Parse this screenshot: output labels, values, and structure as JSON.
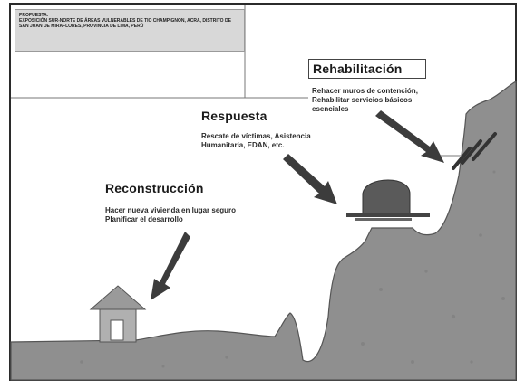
{
  "caption": {
    "label": "PROPUESTA:",
    "text": "EXPOSICIÓN SUR-NORTE DE ÁREAS VULNERABLES DE TIO CHAMPIGNON, ACRA, DISTRITO DE SAN JUAN DE MIRAFLORES, PROVINCIA DE LIMA, PERÚ"
  },
  "stages": {
    "rehabilitacion": {
      "title": "Rehabilitación",
      "line1": "Rehacer muros de contención,",
      "line2": "Rehabilitar servicios básicos",
      "line3": "esenciales"
    },
    "respuesta": {
      "title": "Respuesta",
      "line1": "Rescate de víctimas, Asistencia",
      "line2": "Humanitaria, EDAN, etc."
    },
    "reconstruccion": {
      "title": "Reconstrucción",
      "line1": "Hacer nueva vivienda en lugar seguro",
      "line2": "Planificar el desarrollo"
    }
  },
  "colors": {
    "terrain": "#8f8f8f",
    "terrain_dark": "#6e6e6e",
    "arrow": "#3c3c3c",
    "frame": "#2b2b2b",
    "house": "#9a9a9a"
  },
  "icons": {
    "house": "house-icon",
    "debris": "debris-icon",
    "arrow": "arrow-icon"
  }
}
